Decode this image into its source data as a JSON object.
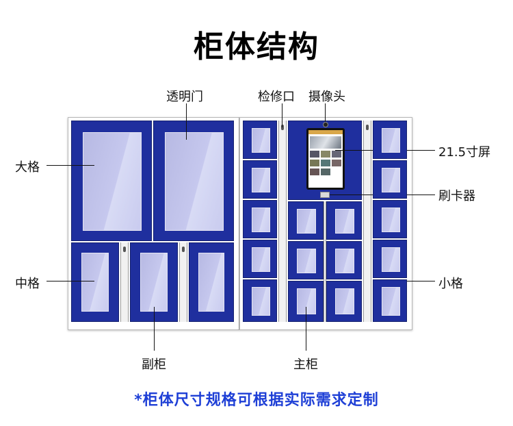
{
  "title": "柜体结构",
  "labels": {
    "transparent_door": "透明门",
    "inspection_port": "检修口",
    "camera": "摄像头",
    "large_compartment": "大格",
    "screen": "21.5寸屏",
    "card_reader": "刷卡器",
    "medium_compartment": "中格",
    "small_compartment": "小格",
    "sub_cabinet": "副柜",
    "main_cabinet": "主柜"
  },
  "footer": "*柜体尺寸规格可根据实际需求定制",
  "colors": {
    "door_blue": "#1f2f9e",
    "footer_blue": "#1e3fd6"
  }
}
